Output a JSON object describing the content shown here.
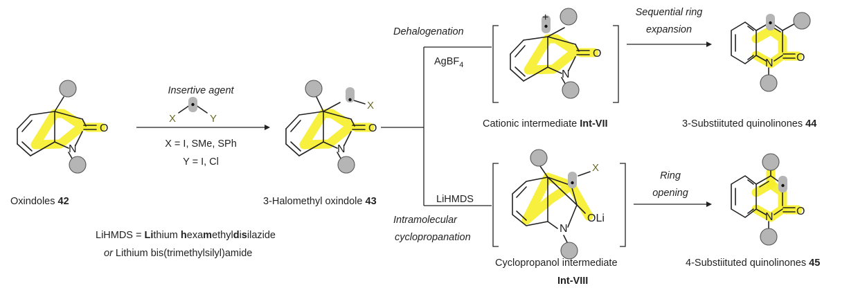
{
  "molecules": {
    "oxindole": {
      "label": "Oxindoles",
      "number": "42",
      "o": "O",
      "n": "N"
    },
    "halomethyl": {
      "label": "3-Halomethyl oxindole",
      "number": "43",
      "o": "O",
      "n": "N",
      "x": "X"
    },
    "cationic": {
      "label": "Cationic intermediate",
      "number": "Int-VII",
      "o": "O",
      "n": "N",
      "charge": "+"
    },
    "cyclopropanol": {
      "label": "Cyclopropanol intermediate",
      "number": "Int-VIII",
      "n": "N",
      "oli": "OLi",
      "x": "X"
    },
    "quin3": {
      "label": "3-Substiituted quinolinones",
      "number": "44",
      "o": "O",
      "n": "N"
    },
    "quin4": {
      "label": "4-Substiituted quinolinones",
      "number": "45",
      "o": "O",
      "n": "N"
    }
  },
  "reagent": {
    "title": "Insertive agent",
    "left_atom": "X",
    "right_atom": "Y",
    "x_def": "X = I, SMe, SPh",
    "y_def": "Y = I, Cl"
  },
  "upper_path": {
    "reagent_label": "Dehalogenation",
    "reagent_formula": "AgBF",
    "reagent_subscript": "4",
    "step_line1": "Sequential ring",
    "step_line2": "expansion"
  },
  "lower_path": {
    "reagent_formula": "LiHMDS",
    "mech_line1": "Intramolecular",
    "mech_line2": "cyclopropanation",
    "step_line1": "Ring",
    "step_line2": "opening"
  },
  "footnote": {
    "line1": {
      "prefix": "LiHMDS = ",
      "parts": [
        "Li",
        "thium ",
        "h",
        "exa",
        "m",
        "ethyl",
        "d",
        "i",
        "s",
        "ilazide"
      ]
    },
    "line2": {
      "or": "or",
      "rest": " Lithium bis(trimethylsilyl)amide"
    }
  }
}
